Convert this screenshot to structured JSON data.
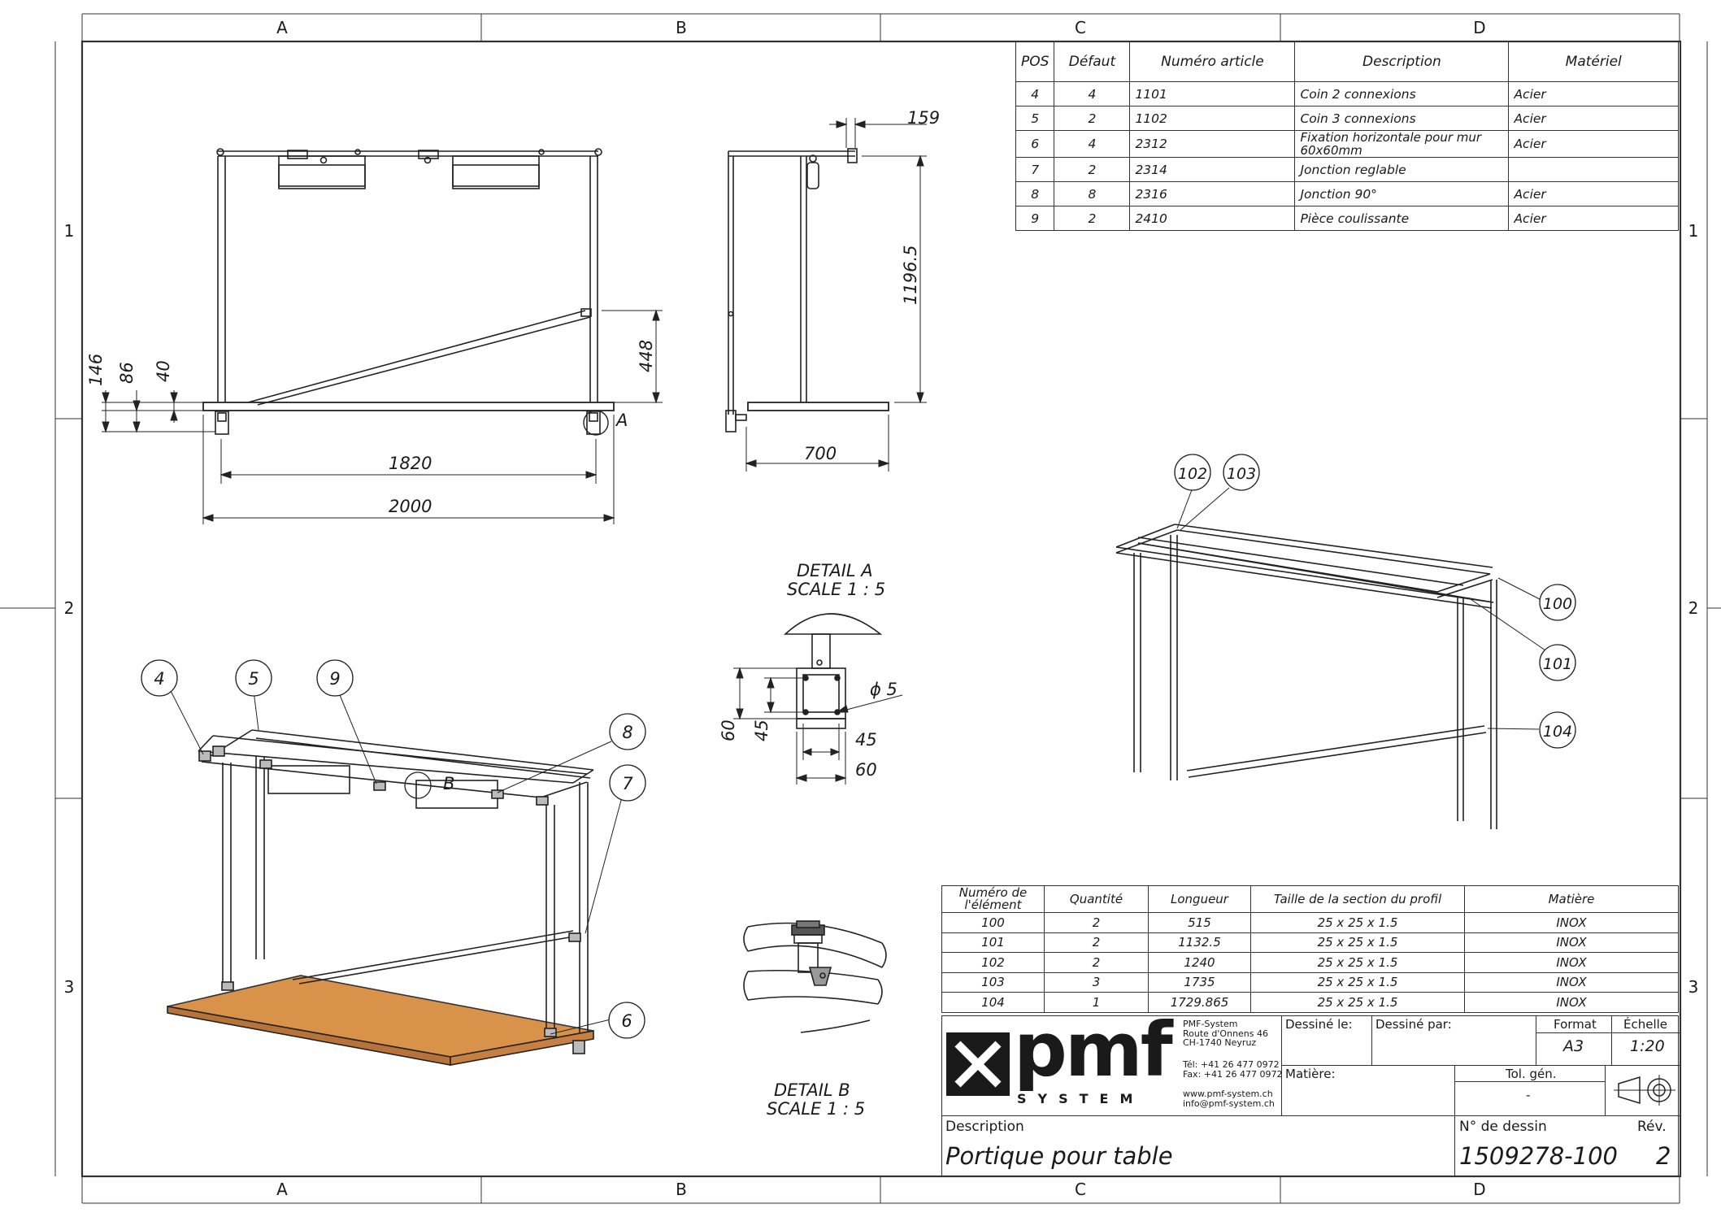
{
  "zones": {
    "columns": [
      "A",
      "B",
      "C",
      "D"
    ],
    "rows": [
      "1",
      "2",
      "3"
    ]
  },
  "parts_table": {
    "headers": [
      "POS",
      "Défaut",
      "Numéro article",
      "Description",
      "Matériel"
    ],
    "rows": [
      [
        "4",
        "4",
        "1101",
        "Coin 2 connexions",
        "Acier"
      ],
      [
        "5",
        "2",
        "1102",
        "Coin 3 connexions",
        "Acier"
      ],
      [
        "6",
        "4",
        "2312",
        "Fixation horizontale pour mur 60x60mm",
        "Acier"
      ],
      [
        "7",
        "2",
        "2314",
        "Jonction reglable",
        ""
      ],
      [
        "8",
        "8",
        "2316",
        "Jonction 90°",
        "Acier"
      ],
      [
        "9",
        "2",
        "2410",
        "Pièce coulissante",
        "Acier"
      ]
    ]
  },
  "cut_table": {
    "headers": [
      "Numéro de l'élément",
      "Quantité",
      "Longueur",
      "Taille  de la section du profil",
      "Matière"
    ],
    "rows": [
      [
        "100",
        "2",
        "515",
        "25 x 25 x 1.5",
        "INOX"
      ],
      [
        "101",
        "2",
        "1132.5",
        "25 x 25 x 1.5",
        "INOX"
      ],
      [
        "102",
        "2",
        "1240",
        "25 x 25 x 1.5",
        "INOX"
      ],
      [
        "103",
        "3",
        "1735",
        "25 x 25 x 1.5",
        "INOX"
      ],
      [
        "104",
        "1",
        "1729.865",
        "25 x 25 x 1.5",
        "INOX"
      ]
    ]
  },
  "front_view_dims": {
    "d2000": "2000",
    "d1820": "1820",
    "d448": "448",
    "d146": "146",
    "d86": "86",
    "d40": "40",
    "detail_ref": "A"
  },
  "side_view_dims": {
    "d159": "159",
    "d1196": "1196.5",
    "d700": "700"
  },
  "detail_a": {
    "title": "DETAIL A",
    "scale": "SCALE 1 : 5",
    "dims": {
      "h60": "60",
      "h45": "45",
      "w45": "45",
      "w60": "60",
      "dia": "ϕ 5"
    }
  },
  "detail_b": {
    "title": "DETAIL B",
    "scale": "SCALE 1 : 5",
    "ref": "B"
  },
  "iso_balloons": [
    "4",
    "5",
    "9",
    "8",
    "7",
    "6"
  ],
  "frame_balloons": [
    "102",
    "103",
    "100",
    "101",
    "104"
  ],
  "title_block": {
    "logo_text": "pmf",
    "logo_sub": "SYSTEM",
    "address": [
      "PMF-System",
      "Route d'Onnens 46",
      "CH-1740 Neyruz"
    ],
    "phone": [
      "Tél: +41 26 477 0972",
      "Fax: +41 26 477 0972"
    ],
    "web": [
      "www.pmf-system.ch",
      "info@pmf-system.ch"
    ],
    "drawn_date_label": "Dessiné le:",
    "drawn_by_label": "Dessiné par:",
    "format_label": "Format",
    "format_value": "A3",
    "scale_label": "Échelle",
    "scale_value": "1:20",
    "material_label": "Matière:",
    "tolerance_label": "Tol. gén.",
    "tolerance_value": "-",
    "description_label": "Description",
    "description_value": "Portique pour table",
    "drawing_no_label": "N° de dessin",
    "drawing_no_value": "1509278-100",
    "rev_label": "Rév.",
    "rev_value": "2"
  }
}
